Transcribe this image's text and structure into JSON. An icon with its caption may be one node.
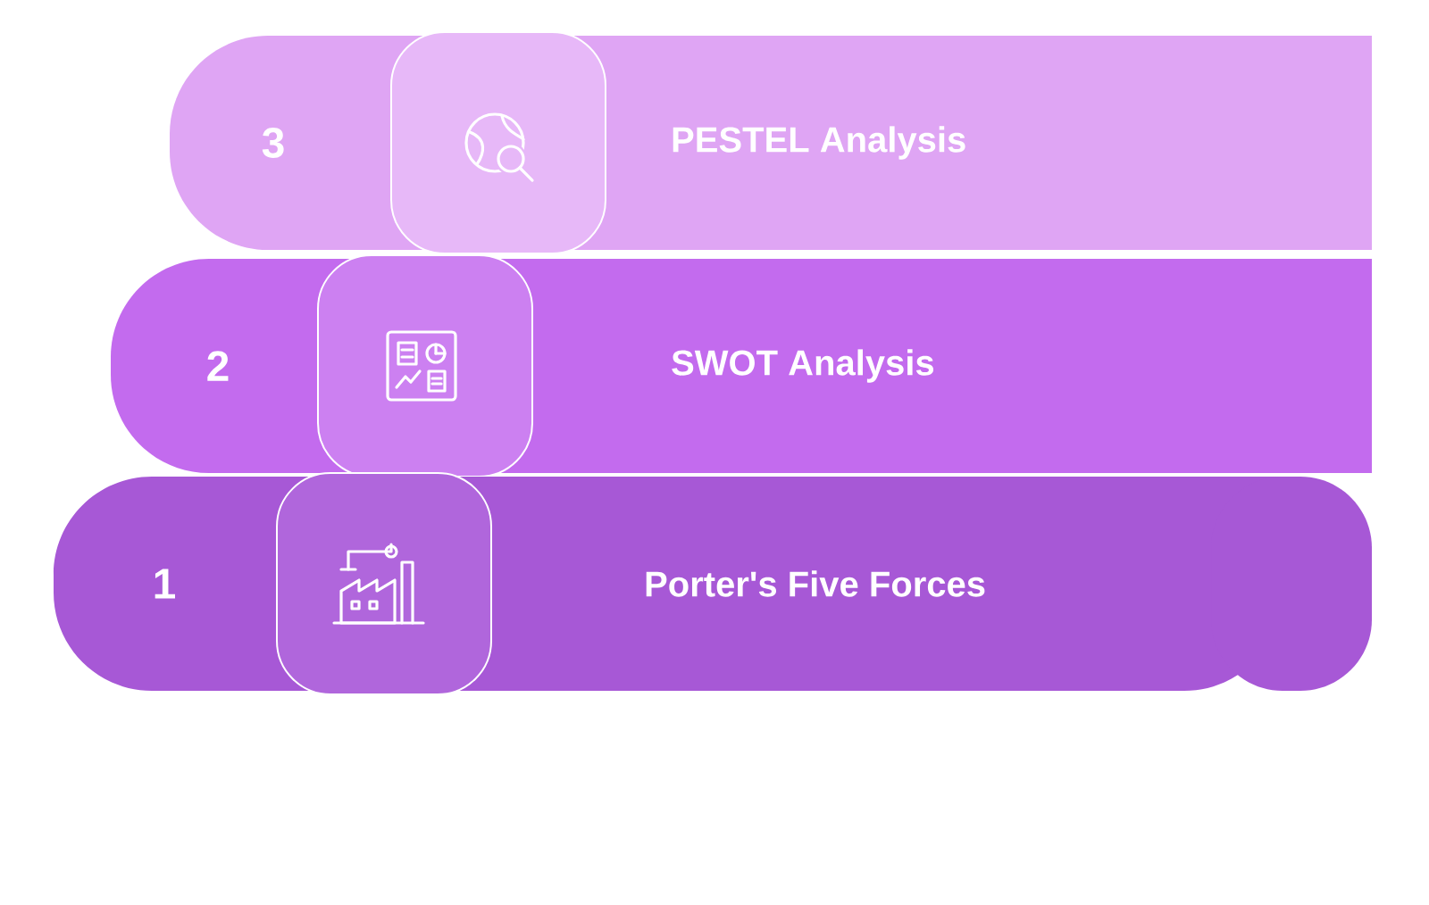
{
  "diagram": {
    "nodes": [
      {
        "text": [
          "3",
          "PESTEL Analysis"
        ]
      },
      {
        "text": [
          "2",
          "SWOT Analysis"
        ]
      },
      {
        "text": [
          "1",
          "Porter's Five Forces"
        ]
      }
    ]
  }
}
